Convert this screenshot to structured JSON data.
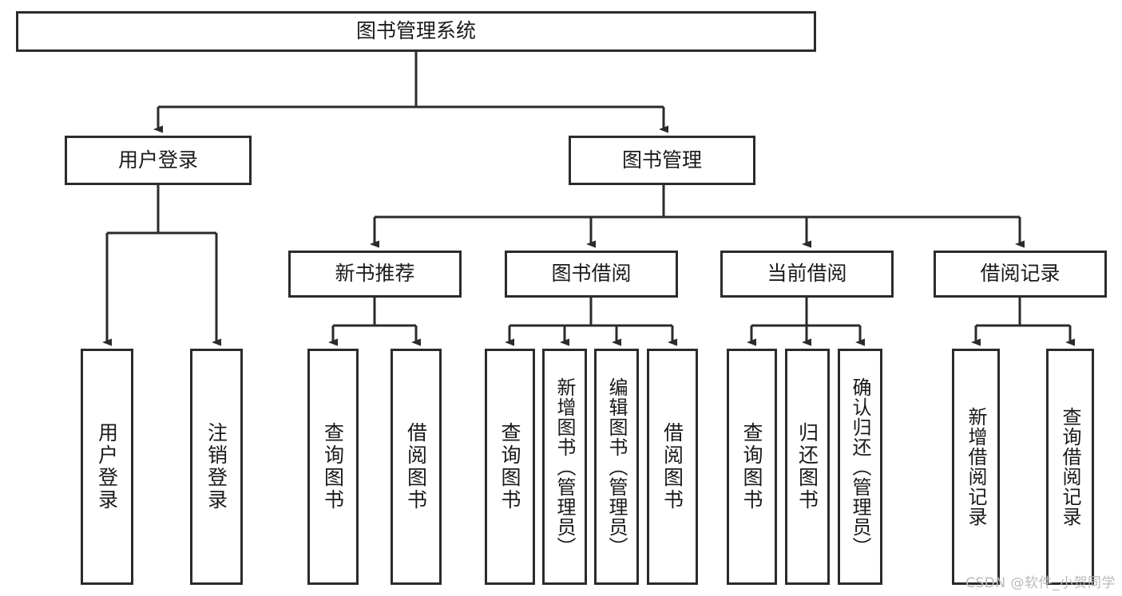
{
  "diagram": {
    "title": "图书管理系统",
    "watermark": "CSDN @软件_小贺同学",
    "colors": {
      "box_border": "#2b2b2b",
      "box_fill": "#ffffff",
      "edge": "#2b2b2b",
      "text": "#1a1a1a",
      "watermark": "#b9b9b9",
      "background": "#ffffff"
    },
    "levels": {
      "root": "图书管理系统",
      "level2": [
        "用户登录",
        "图书管理"
      ],
      "level3": [
        "新书推荐",
        "图书借阅",
        "当前借阅",
        "借阅记录"
      ]
    },
    "nodes": {
      "root": {
        "label": "图书管理系统"
      },
      "user_login": {
        "label": "用户登录"
      },
      "book_manage": {
        "label": "图书管理"
      },
      "new_book_rec": {
        "label": "新书推荐"
      },
      "book_borrow": {
        "label": "图书借阅"
      },
      "current_borrow": {
        "label": "当前借阅"
      },
      "borrow_record": {
        "label": "借阅记录"
      },
      "leaf_user_login": {
        "label": "用户登录"
      },
      "leaf_logout": {
        "label": "注销登录"
      },
      "leaf_query_book_1": {
        "label": "查询图书"
      },
      "leaf_borrow_book_1": {
        "label": "借阅图书"
      },
      "leaf_query_book_2": {
        "label": "查询图书"
      },
      "leaf_add_book": {
        "label": "新增图书（管理员）"
      },
      "leaf_edit_book": {
        "label": "编辑图书（管理员）"
      },
      "leaf_borrow_book_2": {
        "label": "借阅图书"
      },
      "leaf_query_book_3": {
        "label": "查询图书"
      },
      "leaf_return_book": {
        "label": "归还图书"
      },
      "leaf_confirm_return": {
        "label": "确认归还（管理员）"
      },
      "leaf_add_record": {
        "label": "新增借阅记录"
      },
      "leaf_query_record": {
        "label": "查询借阅记录"
      }
    },
    "edges": [
      {
        "from": "root",
        "to": "用户登录"
      },
      {
        "from": "root",
        "to": "图书管理"
      },
      {
        "from": "用户登录",
        "to": "用户登录(叶)"
      },
      {
        "from": "用户登录",
        "to": "注销登录"
      },
      {
        "from": "图书管理",
        "to": "新书推荐"
      },
      {
        "from": "图书管理",
        "to": "图书借阅"
      },
      {
        "from": "图书管理",
        "to": "当前借阅"
      },
      {
        "from": "图书管理",
        "to": "借阅记录"
      },
      {
        "from": "新书推荐",
        "to": "查询图书"
      },
      {
        "from": "新书推荐",
        "to": "借阅图书"
      },
      {
        "from": "图书借阅",
        "to": "查询图书"
      },
      {
        "from": "图书借阅",
        "to": "新增图书（管理员）"
      },
      {
        "from": "图书借阅",
        "to": "编辑图书（管理员）"
      },
      {
        "from": "图书借阅",
        "to": "借阅图书"
      },
      {
        "from": "当前借阅",
        "to": "查询图书"
      },
      {
        "from": "当前借阅",
        "to": "归还图书"
      },
      {
        "from": "当前借阅",
        "to": "确认归还（管理员）"
      },
      {
        "from": "借阅记录",
        "to": "新增借阅记录"
      },
      {
        "from": "借阅记录",
        "to": "查询借阅记录"
      }
    ]
  }
}
